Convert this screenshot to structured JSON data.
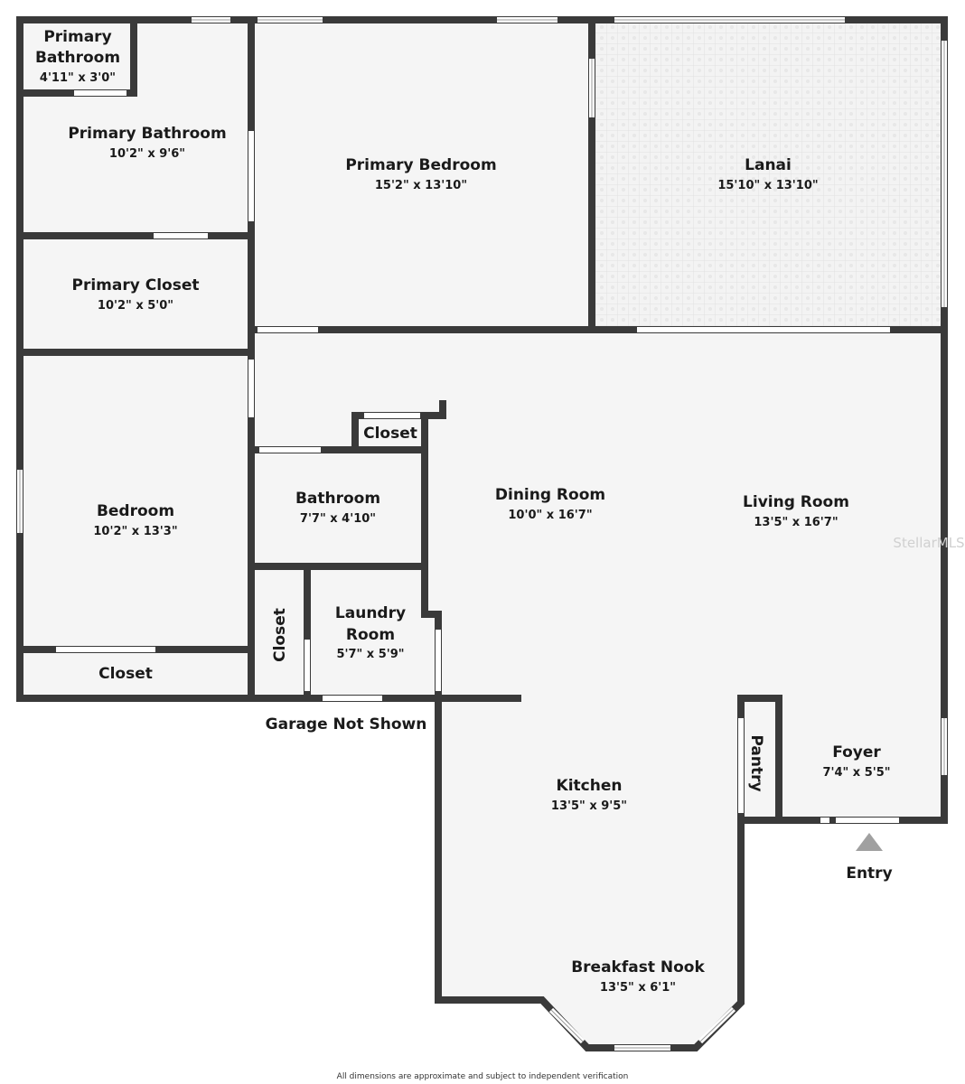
{
  "rooms": {
    "primary_bathroom_small": {
      "name_line1": "Primary",
      "name_line2": "Bathroom",
      "dims": "4'11\" x 3'0\""
    },
    "primary_bathroom": {
      "name": "Primary Bathroom",
      "dims": "10'2\" x 9'6\""
    },
    "primary_bedroom": {
      "name": "Primary Bedroom",
      "dims": "15'2\" x 13'10\""
    },
    "lanai": {
      "name": "Lanai",
      "dims": "15'10\" x 13'10\""
    },
    "primary_closet": {
      "name": "Primary Closet",
      "dims": "10'2\" x 5'0\""
    },
    "bedroom": {
      "name": "Bedroom",
      "dims": "10'2\" x 13'3\""
    },
    "bedroom_closet": {
      "name": "Closet"
    },
    "hall_closet": {
      "name": "Closet"
    },
    "bathroom": {
      "name": "Bathroom",
      "dims": "7'7\" x 4'10\""
    },
    "laundry_closet": {
      "name": "Closet"
    },
    "laundry_room": {
      "name_line1": "Laundry",
      "name_line2": "Room",
      "dims": "5'7\" x 5'9\""
    },
    "dining_room": {
      "name": "Dining Room",
      "dims": "10'0\" x 16'7\""
    },
    "living_room": {
      "name": "Living Room",
      "dims": "13'5\" x 16'7\""
    },
    "kitchen": {
      "name": "Kitchen",
      "dims": "13'5\" x 9'5\""
    },
    "pantry": {
      "name": "Pantry"
    },
    "foyer": {
      "name": "Foyer",
      "dims": "7'4\" x 5'5\""
    },
    "breakfast_nook": {
      "name": "Breakfast Nook",
      "dims": "13'5\" x 6'1\""
    }
  },
  "labels": {
    "garage": "Garage Not Shown",
    "entry": "Entry",
    "disclaimer": "All dimensions are approximate and subject to independent verification",
    "watermark": "StellarMLS"
  },
  "colors": {
    "wall": "#3a3a3a",
    "floor": "#f5f5f5",
    "lanai_tile": "#e4e4e4",
    "entry_marker": "#a0a0a0"
  }
}
